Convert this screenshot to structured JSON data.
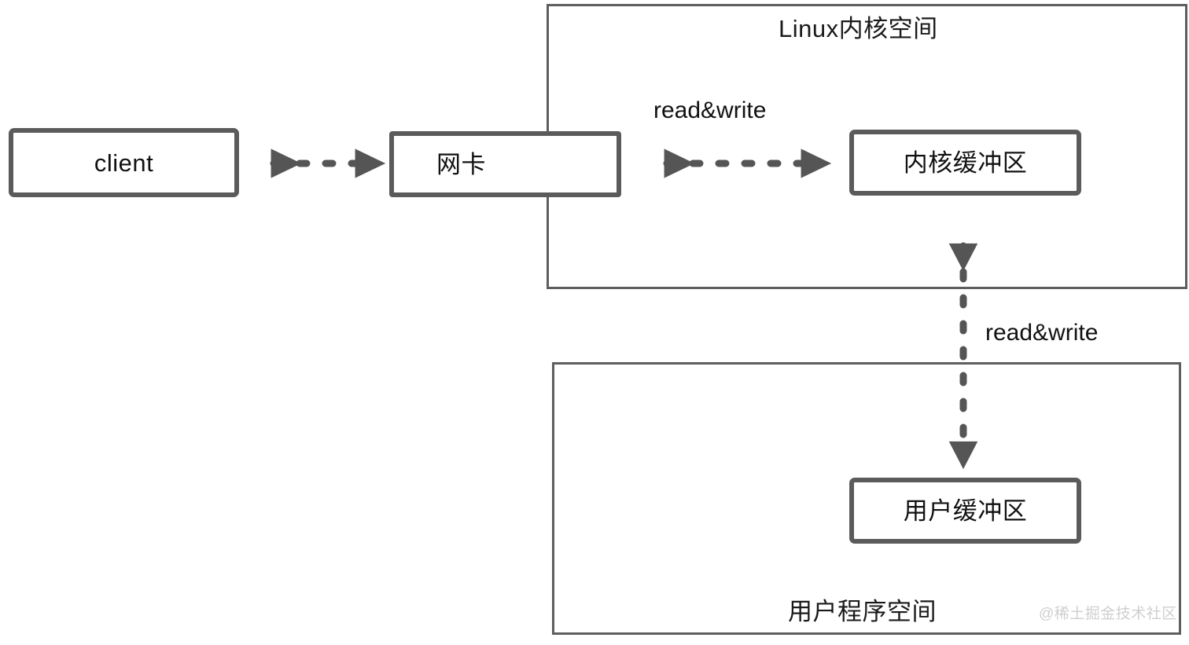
{
  "diagram": {
    "title": "Linux kernel space and user program space buffer diagram",
    "colors": {
      "node_border": "#5b5b5b",
      "region_border": "#5e5e5e",
      "arrow": "#555555",
      "text": "#111111",
      "watermark": "#cfcfcf",
      "background": "#ffffff"
    }
  },
  "regions": [
    {
      "id": "kernel-space",
      "label": "Linux内核空间"
    },
    {
      "id": "user-space",
      "label": "用户程序空间"
    }
  ],
  "nodes": [
    {
      "id": "client",
      "label": "client"
    },
    {
      "id": "nic",
      "label": "网卡"
    },
    {
      "id": "kernel-buffer",
      "label": "内核缓冲区"
    },
    {
      "id": "user-buffer",
      "label": "用户缓冲区"
    }
  ],
  "edges": [
    {
      "id": "client-nic",
      "label": "",
      "direction": "bidirectional",
      "style": "dashed"
    },
    {
      "id": "nic-kernel-buffer",
      "label": "read&write",
      "direction": "bidirectional",
      "style": "dashed"
    },
    {
      "id": "kernel-buffer-user-buffer",
      "label": "read&write",
      "direction": "bidirectional",
      "style": "dashed"
    }
  ],
  "labels": {
    "read_write_top": "read&write",
    "read_write_right": "read&write"
  },
  "watermark": {
    "text": "@稀土掘金技术社区"
  }
}
